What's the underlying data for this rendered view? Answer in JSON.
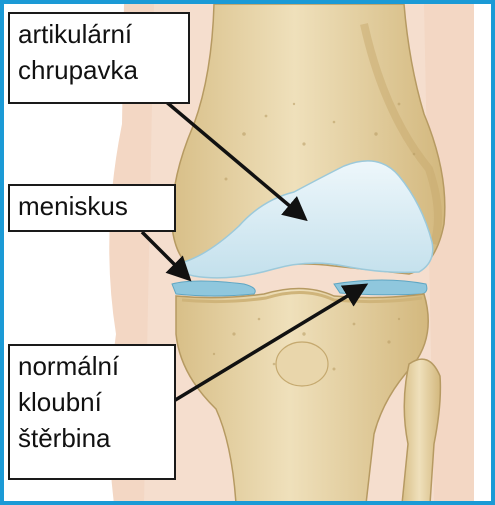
{
  "labels": {
    "cartilage": {
      "line1": "artikulární",
      "line2": "chrupavka"
    },
    "meniscus": {
      "line1": "meniskus"
    },
    "joint_space": {
      "line1": "normální",
      "line2": "kloubní",
      "line3": "štěrbina"
    }
  },
  "colors": {
    "border": "#1b9ad6",
    "bone": "#e6d3a6",
    "bone_shade": "#c9ad74",
    "cartilage": "#d7ecf4",
    "meniscus": "#8fc7dd",
    "skin": "#f3d7c4",
    "arrow": "#111111"
  }
}
